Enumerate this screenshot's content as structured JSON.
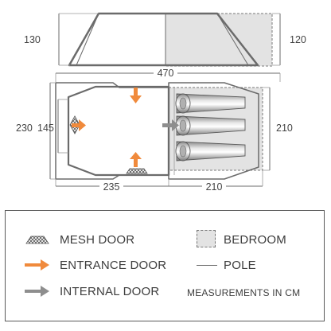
{
  "dimensions": {
    "porch_height": "130",
    "bedroom_height_top": "120",
    "total_length": "470",
    "width": "230",
    "door_width": "145",
    "bedroom_width": "210",
    "living_length": "235",
    "bedroom_length": "210"
  },
  "legend": {
    "mesh_door": "MESH DOOR",
    "entrance_door": "ENTRANCE DOOR",
    "internal_door": "INTERNAL DOOR",
    "bedroom": "BEDROOM",
    "pole": "POLE",
    "measurements": "MEASUREMENTS IN CM"
  },
  "colors": {
    "outline": "#6b6b6b",
    "bedroom_fill": "#e3e3e3",
    "entrance_arrow": "#f08a3c",
    "internal_arrow": "#8e8e8e",
    "mesh": "#555555"
  }
}
